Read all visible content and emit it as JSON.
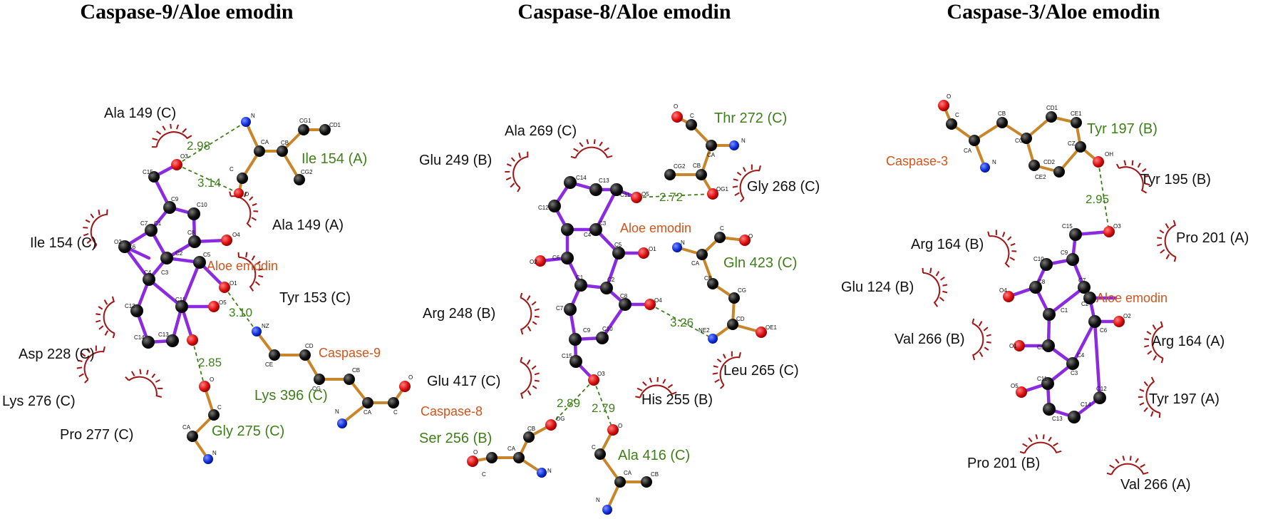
{
  "colors": {
    "ligand_bond": "#8a2be2",
    "residue_bond": "#c8862a",
    "hbond": "#3f7f1a",
    "hydrophobic": "#a01818",
    "carbon": "#111111",
    "oxygen": "#dd1111",
    "nitrogen": "#1133dd",
    "label_orange": "#d2541c",
    "label_green": "#3f7f1a"
  },
  "panels": [
    {
      "title": "Caspase-9/Aloe emodin",
      "ligand_name": "Aloe emodin",
      "protein_label": "Caspase-9",
      "hbond_residues": [
        "Ile 154 (A)",
        "Lys 396 (C)",
        "Gly 275 (C)"
      ],
      "hydrophobic_residues": [
        "Ala 149 (C)",
        "Ile 154 (C)",
        "Ala 149 (A)",
        "Tyr 153 (C)",
        "Asp 228 (C)",
        "Lys 276 (C)",
        "Pro 277 (C)"
      ],
      "distances": [
        "2.98",
        "3.14",
        "3.10",
        "2.85"
      ],
      "atom_labels": [
        "N",
        "CA",
        "CB",
        "CG1",
        "CD1",
        "CG2",
        "C",
        "O",
        "O3",
        "C15",
        "C9",
        "C10",
        "C8",
        "O4",
        "C7",
        "C1",
        "C2",
        "O2",
        "C6",
        "C5",
        "O1",
        "C4",
        "C3",
        "C12",
        "C11",
        "O5",
        "C14",
        "C13",
        "NZ",
        "CE",
        "CD",
        "CG",
        "CB",
        "CA",
        "C",
        "O",
        "N",
        "O",
        "C",
        "CA",
        "N"
      ]
    },
    {
      "title": "Caspase-8/Aloe emodin",
      "ligand_name": "Aloe emodin",
      "protein_label": "Caspase-8",
      "hbond_residues": [
        "Thr 272 (C)",
        "Gln 423 (C)",
        "Ser 256 (B)",
        "Ala 416 (C)"
      ],
      "hydrophobic_residues": [
        "Ala 269 (C)",
        "Glu 249 (B)",
        "Gly 268 (C)",
        "Arg 248 (B)",
        "Glu 417 (C)",
        "His 255 (B)",
        "Leu 265 (C)"
      ],
      "distances": [
        "2.72",
        "3.26",
        "2.89",
        "2.79"
      ],
      "atom_labels": [
        "O",
        "C",
        "CA",
        "N",
        "CB",
        "CG2",
        "OG1",
        "C14",
        "C13",
        "C12",
        "C11",
        "O5",
        "C4",
        "C3",
        "C6",
        "O2",
        "C5",
        "O1",
        "C1",
        "C2",
        "C7",
        "C8",
        "O4",
        "C9",
        "C10",
        "C15",
        "O3",
        "N",
        "CA",
        "C",
        "O",
        "CB",
        "CG",
        "CD",
        "OE1",
        "NE2",
        "OG",
        "CB",
        "CA",
        "C",
        "O",
        "N",
        "O",
        "C",
        "CA",
        "CB",
        "N"
      ]
    },
    {
      "title": "Caspase-3/Aloe emodin",
      "ligand_name": "Aloe emodin",
      "protein_label": "Caspase-3",
      "hbond_residues": [
        "Tyr 197 (B)"
      ],
      "hydrophobic_residues": [
        "Tyr 195 (B)",
        "Pro 201 (A)",
        "Arg 164 (B)",
        "Glu 124 (B)",
        "Val 266 (B)",
        "Arg 164 (A)",
        "Tyr 197 (A)",
        "Pro 201 (B)",
        "Val 266 (A)"
      ],
      "distances": [
        "2.95"
      ],
      "atom_labels": [
        "O",
        "C",
        "CA",
        "N",
        "CB",
        "CG",
        "CD1",
        "CE1",
        "CZ",
        "OH",
        "CD2",
        "CE2",
        "C15",
        "O3",
        "C10",
        "C9",
        "C8",
        "O4",
        "C7",
        "C1",
        "C2",
        "C5",
        "O1",
        "C6",
        "O2",
        "C4",
        "C3",
        "C11",
        "C12",
        "O5",
        "C14",
        "C13"
      ]
    }
  ]
}
